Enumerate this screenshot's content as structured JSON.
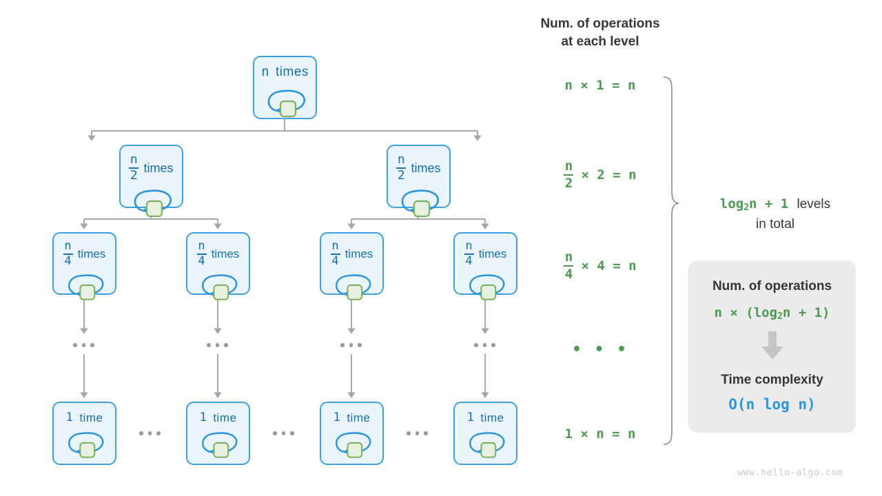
{
  "diagram": {
    "title_watermark": "www.hello-algo.com",
    "colors": {
      "node_fill": "#e9f4fd",
      "node_border": "#3da0e3",
      "node_text": "#1a6faf",
      "inner_square_fill": "#e8f0e0",
      "inner_square_border": "#7cb35e",
      "loop_arrow": "#2b94de",
      "connector": "#a6a6a6",
      "formula_green": "#4a9a52",
      "heading_dark": "#363636",
      "card_bg": "#ebebeb",
      "complexity_blue": "#2b94de",
      "watermark": "#c9c9c9"
    },
    "tree": {
      "levels": [
        {
          "level": 1,
          "node_count": 1,
          "node_label_mono": "n",
          "node_label_word": "times",
          "label_kind": "plain"
        },
        {
          "level": 2,
          "node_count": 2,
          "numerator": "n",
          "denominator": "2",
          "node_label_word": "times",
          "label_kind": "fraction"
        },
        {
          "level": 3,
          "node_count": 4,
          "numerator": "n",
          "denominator": "4",
          "node_label_word": "times",
          "label_kind": "fraction"
        },
        {
          "level": 4,
          "node_count": 4,
          "node_label_mono": "1",
          "node_label_word": "time",
          "label_kind": "plain"
        }
      ],
      "ellipsis": "..."
    },
    "right_column": {
      "header_line1": "Num. of operations",
      "header_line2": "at each level",
      "rows": [
        {
          "kind": "plain",
          "text": "n × 1 = n"
        },
        {
          "kind": "fraction",
          "numerator": "n",
          "denominator": "2",
          "rest": "× 2 = n"
        },
        {
          "kind": "fraction",
          "numerator": "n",
          "denominator": "4",
          "rest": "× 4 = n"
        },
        {
          "kind": "dots",
          "text": "• • •"
        },
        {
          "kind": "plain",
          "text": "1 × n = n"
        }
      ]
    },
    "levels_note": {
      "formula": "log",
      "sub": "2",
      "formula_tail": "n + 1",
      "line1_rest": "levels",
      "line2": "in total"
    },
    "summary_card": {
      "ops_title": "Num. of operations",
      "ops_formula_pre": "n × (log",
      "ops_formula_sub": "2",
      "ops_formula_post": "n + 1)",
      "arrow_icon": "down-arrow-icon",
      "complexity_title": "Time complexity",
      "complexity_value": "O(n log n)"
    }
  }
}
